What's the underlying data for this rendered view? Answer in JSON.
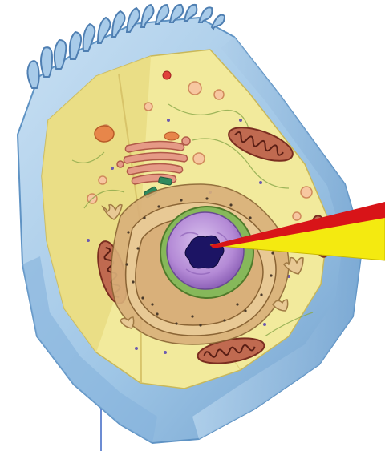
{
  "diagram": {
    "subject": "animal-cell-cutaway",
    "pointer_target": "nucleolus",
    "colors": {
      "membrane_blue": "#9fc6e6",
      "membrane_blue_dark": "#5f93c4",
      "cytoplasm_yellow": "#f2ea9c",
      "cut_face_yellow": "#e9dc82",
      "nucleus_purple": "#b48ad6",
      "nucleolus_navy": "#1c1464",
      "nuclear_envelope_green": "#86b85a",
      "er_tan": "#c9a066",
      "mitochondria_brown": "#9a4a32",
      "golgi_pink": "#e59a86",
      "pointer_red": "#d81418",
      "pointer_yellow": "#f4ea10"
    },
    "organelles": [
      "microvilli",
      "plasma-membrane",
      "cytoplasm",
      "nucleus",
      "nucleolus",
      "nuclear-envelope",
      "rough-endoplasmic-reticulum",
      "golgi-apparatus",
      "mitochondrion",
      "vesicle",
      "centriole"
    ]
  }
}
